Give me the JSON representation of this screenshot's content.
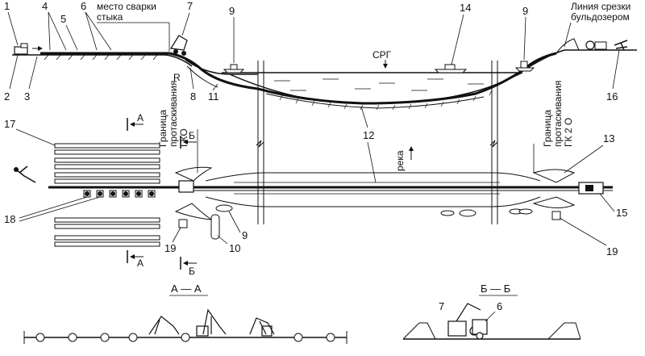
{
  "labels": {
    "weld_site": [
      "место сварки",
      "стыка"
    ],
    "cut_line": [
      "Линия срезки",
      "бульдозером"
    ],
    "srg": "СРГ",
    "river": "река",
    "border_left": [
      "Граница",
      "протаскивания",
      "ГКО"
    ],
    "border_right": [
      "Граница",
      "протаскивания",
      "ГК 2 О"
    ],
    "radius": "R",
    "section_a_title": "А — А",
    "section_b_title": "Б — Б",
    "cut_a": "А",
    "cut_b": "Б"
  },
  "callouts": [
    "1",
    "2",
    "3",
    "4",
    "5",
    "6",
    "7",
    "8",
    "9",
    "9",
    "9",
    "10",
    "11",
    "12",
    "13",
    "14",
    "15",
    "16",
    "17",
    "18",
    "19",
    "19",
    "7",
    "6"
  ]
}
